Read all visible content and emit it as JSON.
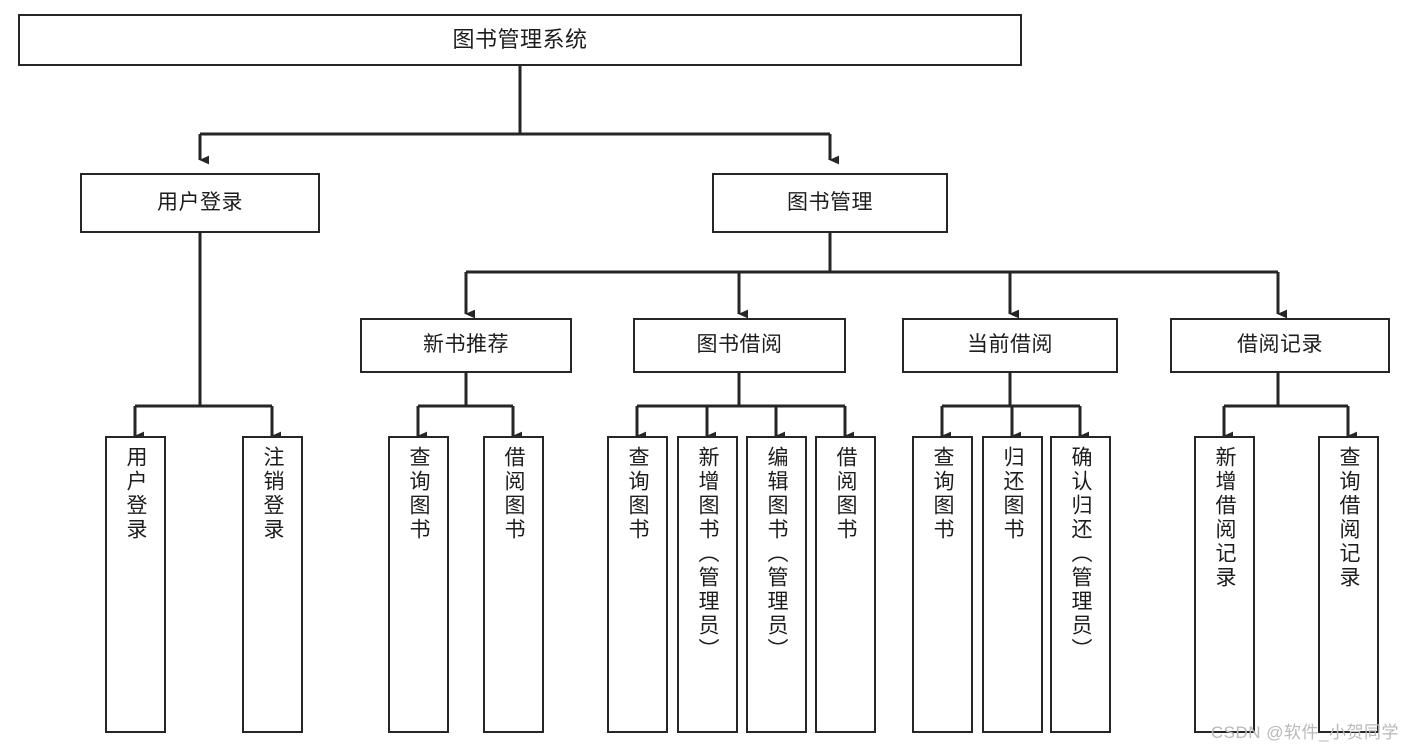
{
  "diagram": {
    "title": "图书管理系统",
    "type": "tree-hierarchy",
    "orientation": "top-down",
    "colors": {
      "node_border": "#262626",
      "node_fill": "#ffffff",
      "edge": "#262626",
      "text": "#1d1d1d",
      "watermark": "#b9b9b9",
      "background": "#ffffff"
    }
  },
  "watermark": {
    "text": "CSDN @软件_小贺同学"
  },
  "nodes": {
    "root": {
      "id": "root",
      "label": "图书管理系统",
      "level": 0
    },
    "level1": [
      {
        "id": "user-login",
        "label": "用户登录",
        "level": 1
      },
      {
        "id": "book-management",
        "label": "图书管理",
        "level": 1
      }
    ],
    "level2": [
      {
        "id": "new-book-recommend",
        "label": "新书推荐",
        "level": 2,
        "parent": "book-management"
      },
      {
        "id": "book-borrow",
        "label": "图书借阅",
        "level": 2,
        "parent": "book-management"
      },
      {
        "id": "current-borrow",
        "label": "当前借阅",
        "level": 2,
        "parent": "book-management"
      },
      {
        "id": "borrow-record",
        "label": "借阅记录",
        "level": 2,
        "parent": "book-management"
      }
    ],
    "leaves": [
      {
        "id": "leaf-user-login",
        "label": "用户登录",
        "parent": "user-login"
      },
      {
        "id": "leaf-logout-login",
        "label": "注销登录",
        "parent": "user-login"
      },
      {
        "id": "leaf-query-book-1",
        "label": "查询图书",
        "parent": "new-book-recommend"
      },
      {
        "id": "leaf-borrow-book-1",
        "label": "借阅图书",
        "parent": "new-book-recommend"
      },
      {
        "id": "leaf-query-book-2",
        "label": "查询图书",
        "parent": "book-borrow"
      },
      {
        "id": "leaf-add-book",
        "label": "新增图书（管理员）",
        "parent": "book-borrow"
      },
      {
        "id": "leaf-edit-book",
        "label": "编辑图书（管理员）",
        "parent": "book-borrow"
      },
      {
        "id": "leaf-borrow-book-2",
        "label": "借阅图书",
        "parent": "book-borrow"
      },
      {
        "id": "leaf-query-book-3",
        "label": "查询图书",
        "parent": "current-borrow"
      },
      {
        "id": "leaf-return-book",
        "label": "归还图书",
        "parent": "current-borrow"
      },
      {
        "id": "leaf-confirm-return",
        "label": "确认归还（管理员）",
        "parent": "current-borrow"
      },
      {
        "id": "leaf-add-record",
        "label": "新增借阅记录",
        "parent": "borrow-record"
      },
      {
        "id": "leaf-query-record",
        "label": "查询借阅记录",
        "parent": "borrow-record"
      }
    ]
  }
}
